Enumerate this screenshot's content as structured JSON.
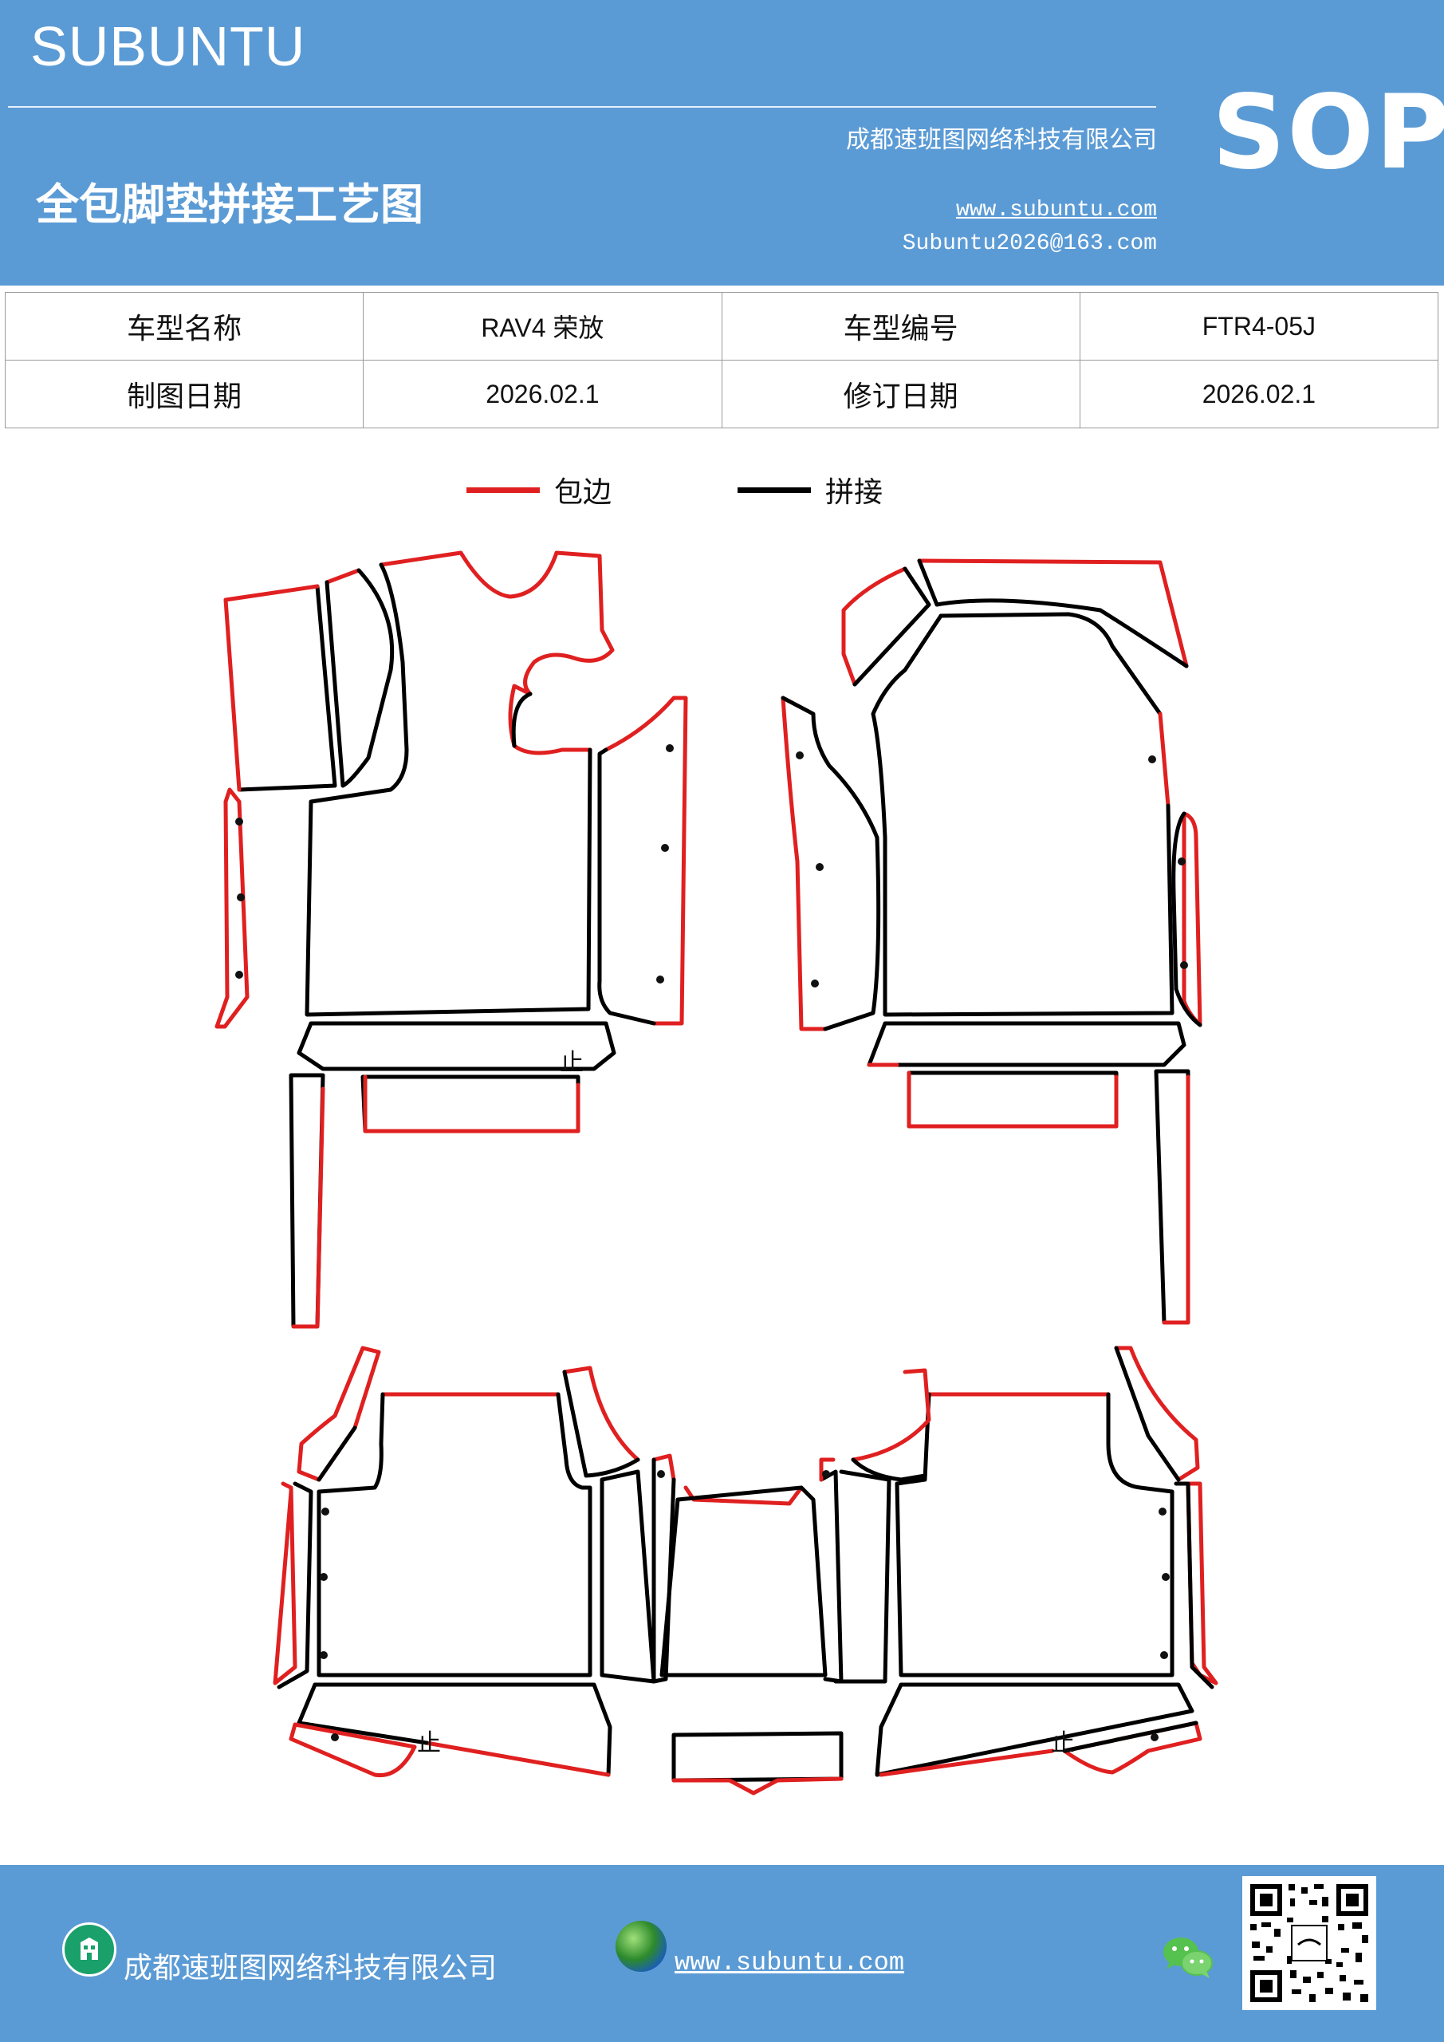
{
  "header": {
    "brand": "SUBUNTU",
    "company": "成都速班图网络科技有限公司",
    "title": "全包脚垫拼接工艺图",
    "website": "www.subuntu.com",
    "email": "Subuntu2026@163.com",
    "badge": "SOP",
    "background": "#5b9bd5"
  },
  "info_table": {
    "row1": {
      "label1": "车型名称",
      "value1": "RAV4 荣放",
      "label2": "车型编号",
      "value2": "FTR4-05J"
    },
    "row2": {
      "label1": "制图日期",
      "value1": "2026.02.1",
      "label2": "修订日期",
      "value2": "2026.02.1"
    }
  },
  "legend": {
    "edge": {
      "label": "包边",
      "color": "#e02020"
    },
    "seam": {
      "label": "拼接",
      "color": "#000000"
    }
  },
  "diagram": {
    "mark": "止"
  },
  "footer": {
    "company": "成都速班图网络科技有限公司",
    "website": "www.subuntu.com",
    "icons": [
      "building-icon",
      "globe-icon",
      "wechat-icon",
      "qr-code"
    ]
  }
}
